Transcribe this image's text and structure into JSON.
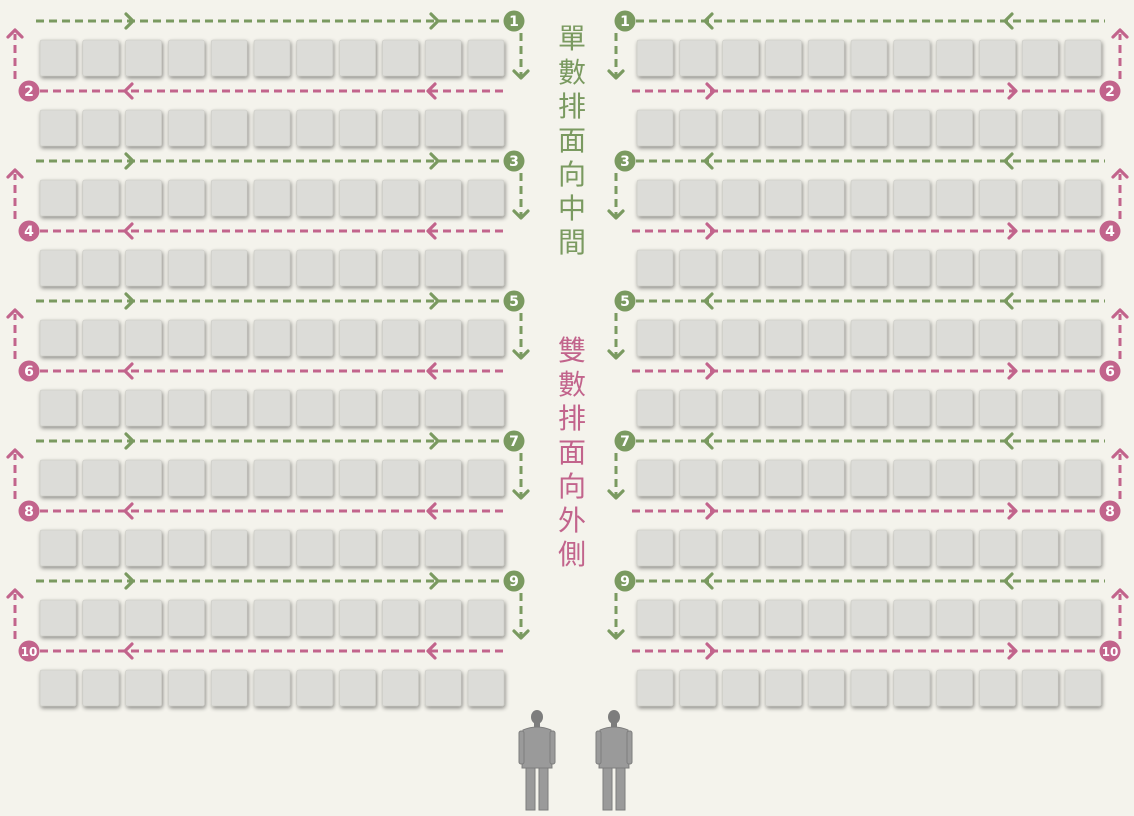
{
  "labels": {
    "odd_text": "單數排面向中間",
    "even_text": "雙數排面向外側"
  },
  "row_numbers": [
    "1",
    "2",
    "3",
    "4",
    "5",
    "6",
    "7",
    "8",
    "9",
    "10"
  ],
  "seats_per_row_per_side": 11,
  "colors": {
    "background": "#f4f3ec",
    "odd_path": "#7a9a60",
    "even_path": "#c2648c",
    "seat": "#dcdcd8",
    "seat_border": "#c8c8c2",
    "person": "#9a9a9a"
  },
  "figures": [
    {
      "name": "person-left",
      "icon": "person-standing-back-icon"
    },
    {
      "name": "person-right",
      "icon": "person-standing-back-icon"
    }
  ]
}
